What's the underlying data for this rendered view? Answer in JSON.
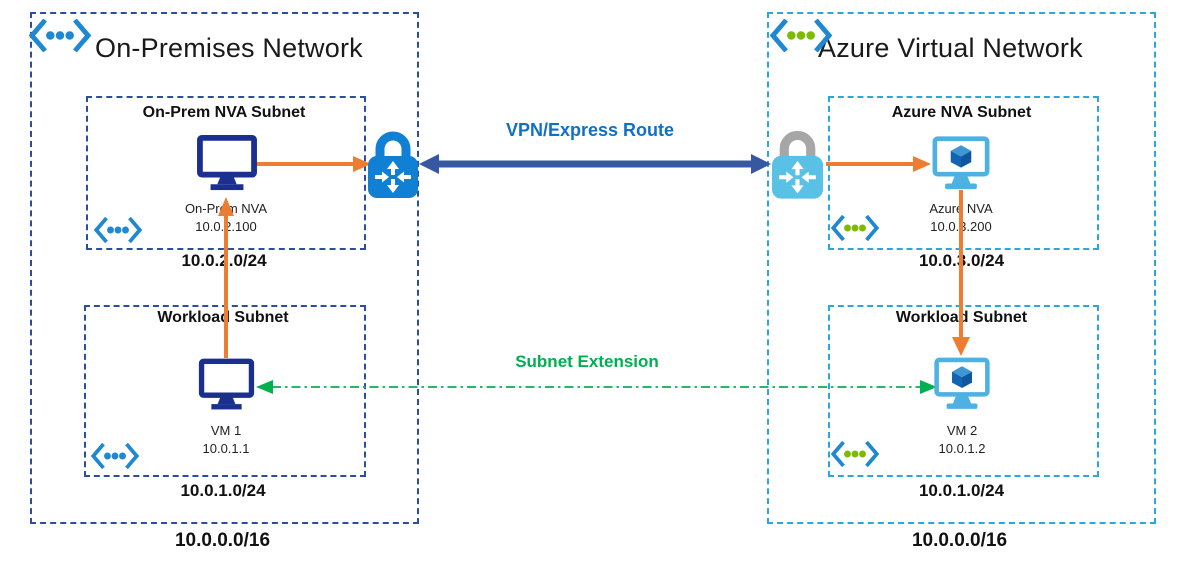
{
  "left_network": {
    "title": "On-Premises Network",
    "cidr": "10.0.0.0/16",
    "nva_subnet": {
      "title": "On-Prem NVA Subnet",
      "cidr": "10.0.2.0/24",
      "device": {
        "name": "On-Prem NVA",
        "ip": "10.0.2.100"
      }
    },
    "workload_subnet": {
      "title": "Workload Subnet",
      "cidr": "10.0.1.0/24",
      "device": {
        "name": "VM 1",
        "ip": "10.0.1.1"
      }
    }
  },
  "right_network": {
    "title": "Azure Virtual Network",
    "cidr": "10.0.0.0/16",
    "nva_subnet": {
      "title": "Azure NVA Subnet",
      "cidr": "10.0.3.0/24",
      "device": {
        "name": "Azure NVA",
        "ip": "10.0.3.200"
      }
    },
    "workload_subnet": {
      "title": "Workload Subnet",
      "cidr": "10.0.1.0/24",
      "device": {
        "name": "VM 2",
        "ip": "10.0.1.2"
      }
    }
  },
  "connections": {
    "vpn_label": "VPN/Express Route",
    "subnet_extension_label": "Subnet Extension"
  },
  "icons": {
    "network_marker": "virtual-network-icon (angle brackets with three dots)",
    "onprem_device": "monitor-icon (navy)",
    "azure_device": "azure-vm-icon (monitor with cube)",
    "gateway": "lock-with-route-arrows-icon"
  },
  "colors": {
    "onprem_border": "#2b4f9e",
    "azure_border": "#29a8e0",
    "orange": "#ed7d31",
    "navy": "#3558a0",
    "vpn_blue": "#0f70c5",
    "green": "#00b050",
    "green_line": "#2db567",
    "vnet_blue": "#1e88d2",
    "vnet_green": "#7cbb00",
    "monitor_navy": "#1a2f8f",
    "azure_vm_blue": "#4db1e2",
    "cube_light": "#3e96d2",
    "cube_mid": "#1263b2",
    "cube_dark": "#0d57a0",
    "lock_blue": "#1080d4",
    "lock_light_blue": "#58c1e5",
    "lock_gray": "#a6a6a6"
  }
}
